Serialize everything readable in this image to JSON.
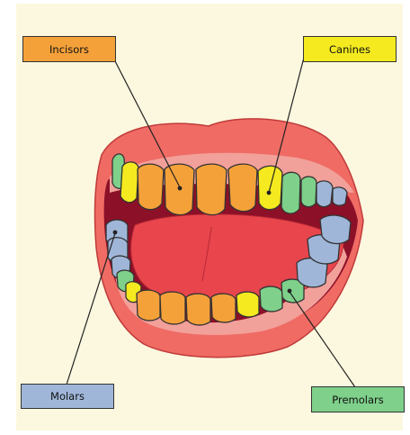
{
  "labels": {
    "incisors": "Incisors",
    "canines": "Canines",
    "molars": "Molars",
    "premolars": "Premolars"
  },
  "colors": {
    "incisors": "#f5a13a",
    "canines": "#f4ea1f",
    "molars": "#9fb6d8",
    "premolars": "#7ed08a",
    "lips": "#ef6b64",
    "gum": "#f2a09a",
    "tongue": "#e8454d",
    "mouth_interior": "#8c1028",
    "background": "#fcf8df"
  }
}
